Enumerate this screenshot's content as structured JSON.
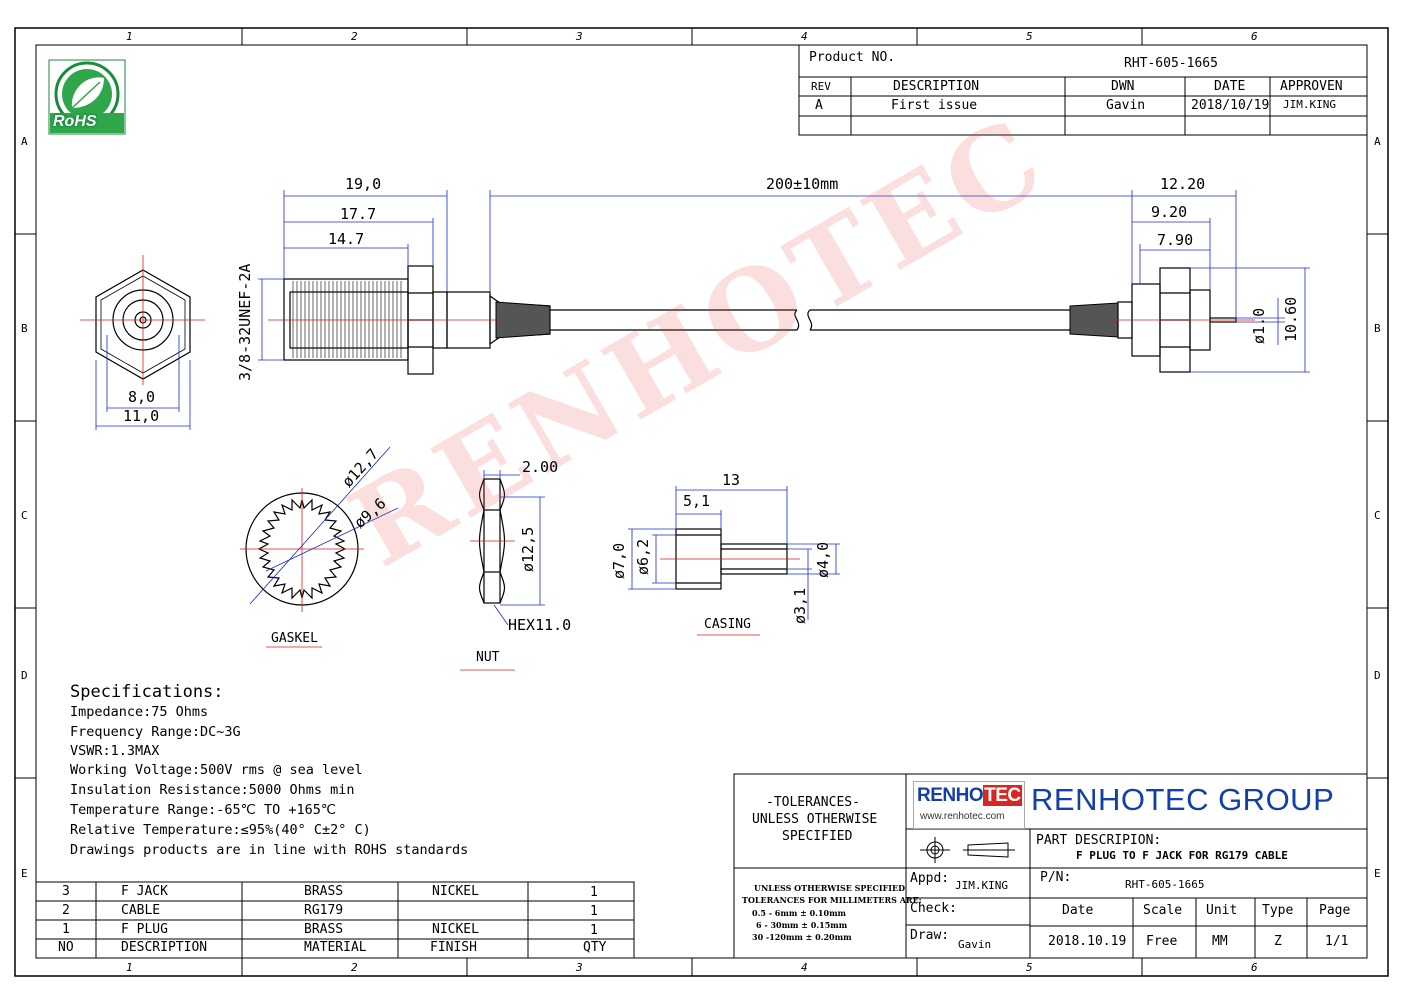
{
  "frame": {
    "top_cols": [
      "1",
      "2",
      "3",
      "4",
      "5",
      "6"
    ],
    "bottom_cols": [
      "1",
      "2",
      "3",
      "4",
      "5",
      "6"
    ],
    "left_rows": [
      "A",
      "B",
      "C",
      "D",
      "E"
    ],
    "right_rows": [
      "A",
      "B",
      "C",
      "D",
      "E"
    ]
  },
  "logo": {
    "rohs_text": "RoHS"
  },
  "title_block": {
    "product_label": "Product NO.",
    "product_no": "RHT-605-1665",
    "headers": {
      "rev": "REV",
      "description": "DESCRIPTION",
      "dwn": "DWN",
      "date": "DATE",
      "approven": "APPROVEN"
    },
    "row": {
      "rev": "A",
      "description": "First issue",
      "dwn": "Gavin",
      "date": "2018/10/19",
      "approven": "JIM.KING"
    }
  },
  "dimensions": {
    "d19": "19,0",
    "d17": "17.7",
    "d14": "14.7",
    "length": "200±10mm",
    "d1220": "12.20",
    "d920": "9.20",
    "d790": "7.90",
    "thread": "3/8-32UNEF-2A",
    "dia10": "ø1.0",
    "d1060": "10.60",
    "d80": "8,0",
    "d110": "11,0",
    "gask_127": "ø12,7",
    "gask_96": "ø9,6",
    "nut_200": "2.00",
    "nut_125": "ø12,5",
    "hex": "HEX11.0",
    "cas_13": "13",
    "cas_51": "5,1",
    "cas_70": "ø7,0",
    "cas_62": "ø6,2",
    "cas_40": "ø4,0",
    "cas_31": "ø3,1"
  },
  "parts_labels": {
    "gasket": "GASKEL",
    "nut": "NUT",
    "casing": "CASING"
  },
  "watermark": "RENHOTEC",
  "specs": {
    "title": "Specifications:",
    "lines": [
      "Impedance:75 Ohms",
      "Frequency Range:DC~3G",
      "VSWR:1.3MAX",
      "Working Voltage:500V rms @ sea level",
      "Insulation Resistance:5000 Ohms min",
      "Temperature Range:-65℃ TO +165℃",
      "Relative Temperature:≤95%(40° C±2° C)",
      "Drawings products are in line with ROHS standards"
    ]
  },
  "bom": {
    "rows": [
      [
        "3",
        "F JACK",
        "BRASS",
        "NICKEL",
        "1"
      ],
      [
        "2",
        "CABLE",
        "RG179",
        "",
        "1"
      ],
      [
        "1",
        "F PLUG",
        "BRASS",
        "NICKEL",
        "1"
      ]
    ],
    "header": [
      "NO",
      "DESCRIPTION",
      "MATERIAL",
      "FINISH",
      "QTY"
    ]
  },
  "tolerances": {
    "title": "-TOLERANCES-",
    "line2": "UNLESS OTHERWISE",
    "line3": "SPECIFIED",
    "small": [
      "UNLESS OTHERWISE SPECIFIED",
      "TOLERANCES FOR MILLIMETERS ARE:",
      "0.5 - 6mm ± 0.10mm",
      "6 - 30mm ± 0.15mm",
      "30 -120mm ± 0.20mm"
    ]
  },
  "company": {
    "logo_a": "RENHO",
    "logo_b": "TEC",
    "url": "www.renhotec.com",
    "name": "RENHOTEC GROUP",
    "part_desc_label": "PART DESCRIPION:",
    "part_desc": "F PLUG TO F JACK FOR RG179 CABLE",
    "appd_label": "Appd:",
    "appd": "JIM.KING",
    "pn_label": "P/N:",
    "pn": "RHT-605-1665",
    "check_label": "Check:",
    "draw_label": "Draw:",
    "draw": "Gavin",
    "cols": [
      "Date",
      "Scale",
      "Unit",
      "Type",
      "Page"
    ],
    "vals": [
      "2018.10.19",
      "Free",
      "MM",
      "Z",
      "1/1"
    ]
  }
}
